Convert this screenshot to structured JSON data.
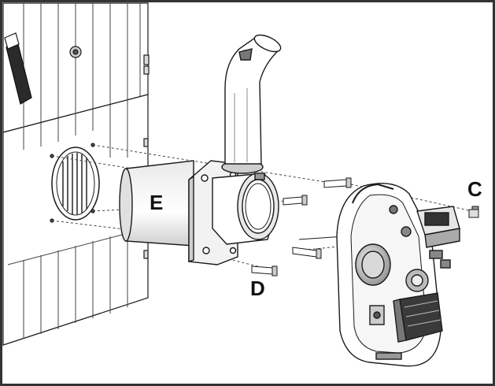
{
  "callouts": {
    "c": "C",
    "d": "D",
    "e": "E"
  },
  "colors": {
    "line": "#1a1a1a",
    "frame": "#333333",
    "shade_light": "#e6e6e6",
    "shade_mid": "#bdbdbd",
    "shade_dark": "#555555",
    "background": "#ffffff"
  }
}
